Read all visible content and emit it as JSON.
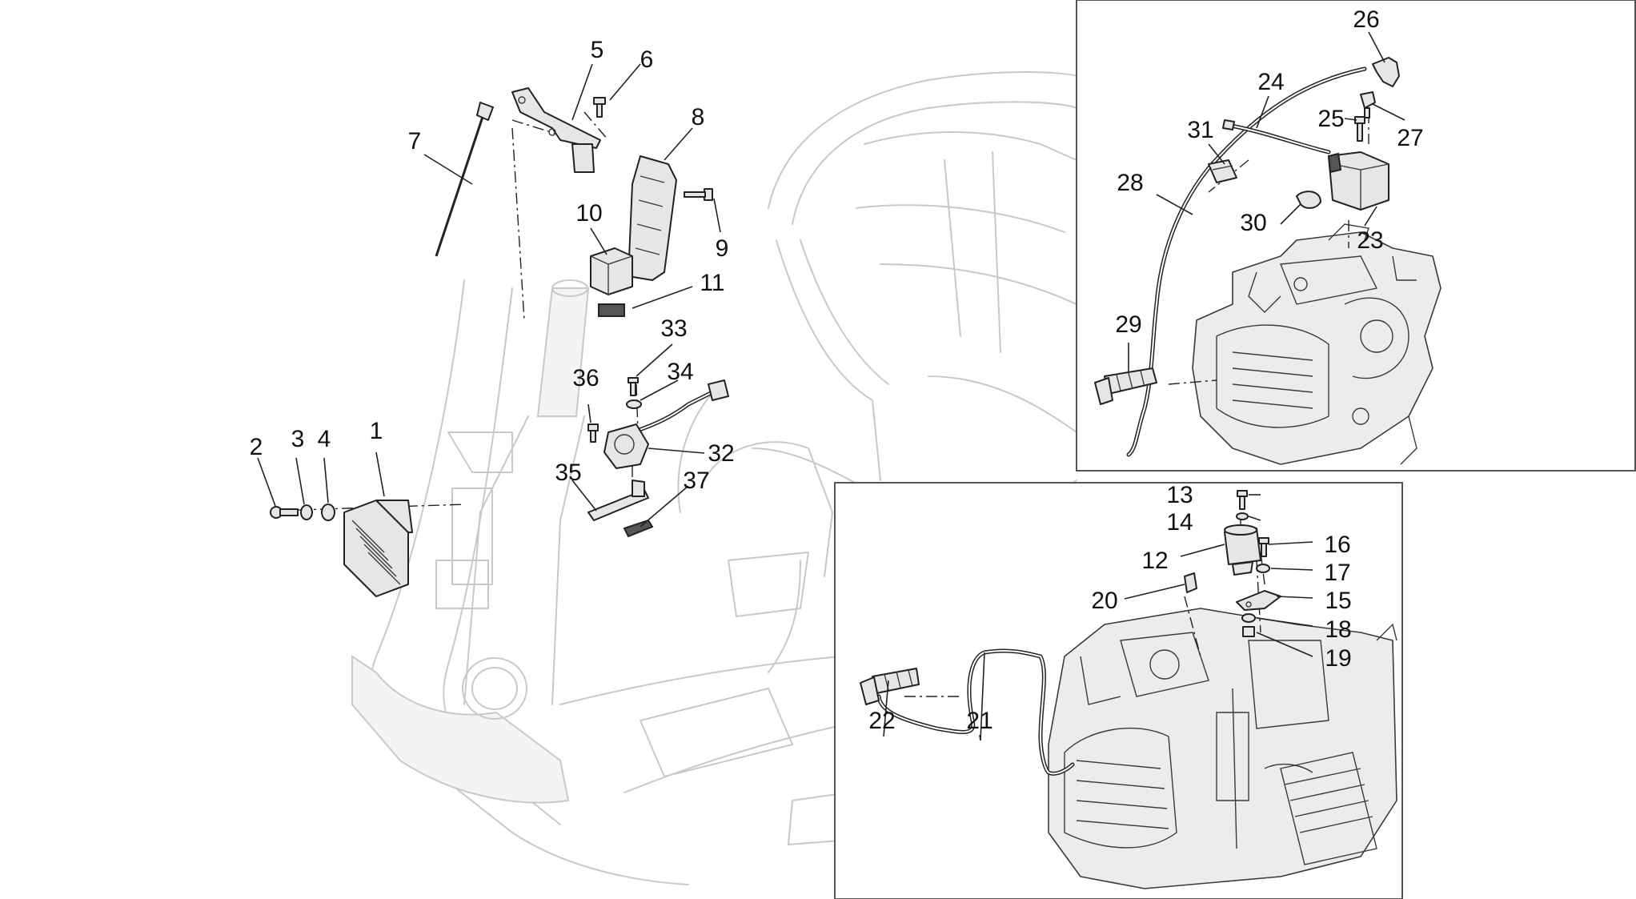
{
  "callouts": {
    "c1": "1",
    "c2": "2",
    "c3": "3",
    "c4": "4",
    "c5": "5",
    "c6": "6",
    "c7": "7",
    "c8": "8",
    "c9": "9",
    "c10": "10",
    "c11": "11",
    "c12": "12",
    "c13": "13",
    "c14": "14",
    "c15": "15",
    "c16": "16",
    "c17": "17",
    "c18": "18",
    "c19": "19",
    "c20": "20",
    "c21": "21",
    "c22": "22",
    "c23": "23",
    "c24": "24",
    "c25": "25",
    "c26": "26",
    "c27": "27",
    "c28": "28",
    "c29": "29",
    "c30": "30",
    "c31": "31",
    "c32": "32",
    "c33": "33",
    "c34": "34",
    "c35": "35",
    "c36": "36",
    "c37": "37"
  },
  "colors": {
    "line": "#222222",
    "ghost": "#c9c9c9",
    "part_fill": "#e6e6e6",
    "frame": "#555555"
  }
}
